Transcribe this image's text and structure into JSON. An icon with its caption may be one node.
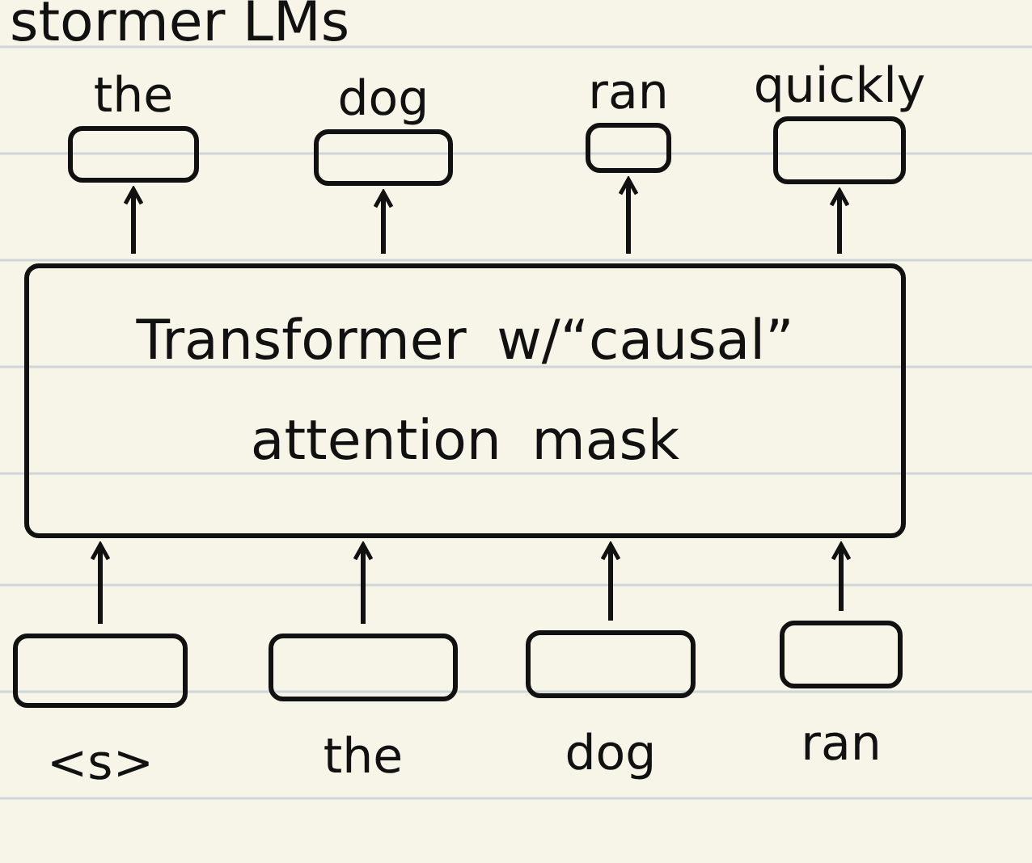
{
  "diagram": {
    "title": "stormer LMs",
    "nodes": [
      {
        "text": [
          "Transformer w/“causal” attention mask"
        ]
      },
      {
        "text": [],
        "shape": "box",
        "beside": [
          "the"
        ]
      },
      {
        "text": [],
        "shape": "box",
        "beside": [
          "dog"
        ]
      },
      {
        "text": [],
        "shape": "box",
        "beside": [
          "ran"
        ]
      },
      {
        "text": [],
        "shape": "box",
        "beside": [
          "quickly"
        ]
      },
      {
        "text": [],
        "shape": "box",
        "beside": [
          "<s>"
        ]
      },
      {
        "text": [],
        "shape": "box",
        "beside": [
          "the"
        ]
      },
      {
        "text": [],
        "shape": "box",
        "beside": [
          "dog"
        ]
      },
      {
        "text": [],
        "shape": "box",
        "beside": [
          "ran"
        ]
      }
    ],
    "edges": [
      {
        "from": 5,
        "to": 0,
        "arrow": "to"
      },
      {
        "from": 6,
        "to": 0,
        "arrow": "to"
      },
      {
        "from": 7,
        "to": 0,
        "arrow": "to"
      },
      {
        "from": 8,
        "to": 0,
        "arrow": "to"
      },
      {
        "from": 0,
        "to": 1,
        "arrow": "to"
      },
      {
        "from": 0,
        "to": 2,
        "arrow": "to"
      },
      {
        "from": 0,
        "to": 3,
        "arrow": "to"
      },
      {
        "from": 0,
        "to": 4,
        "arrow": "to"
      }
    ]
  }
}
